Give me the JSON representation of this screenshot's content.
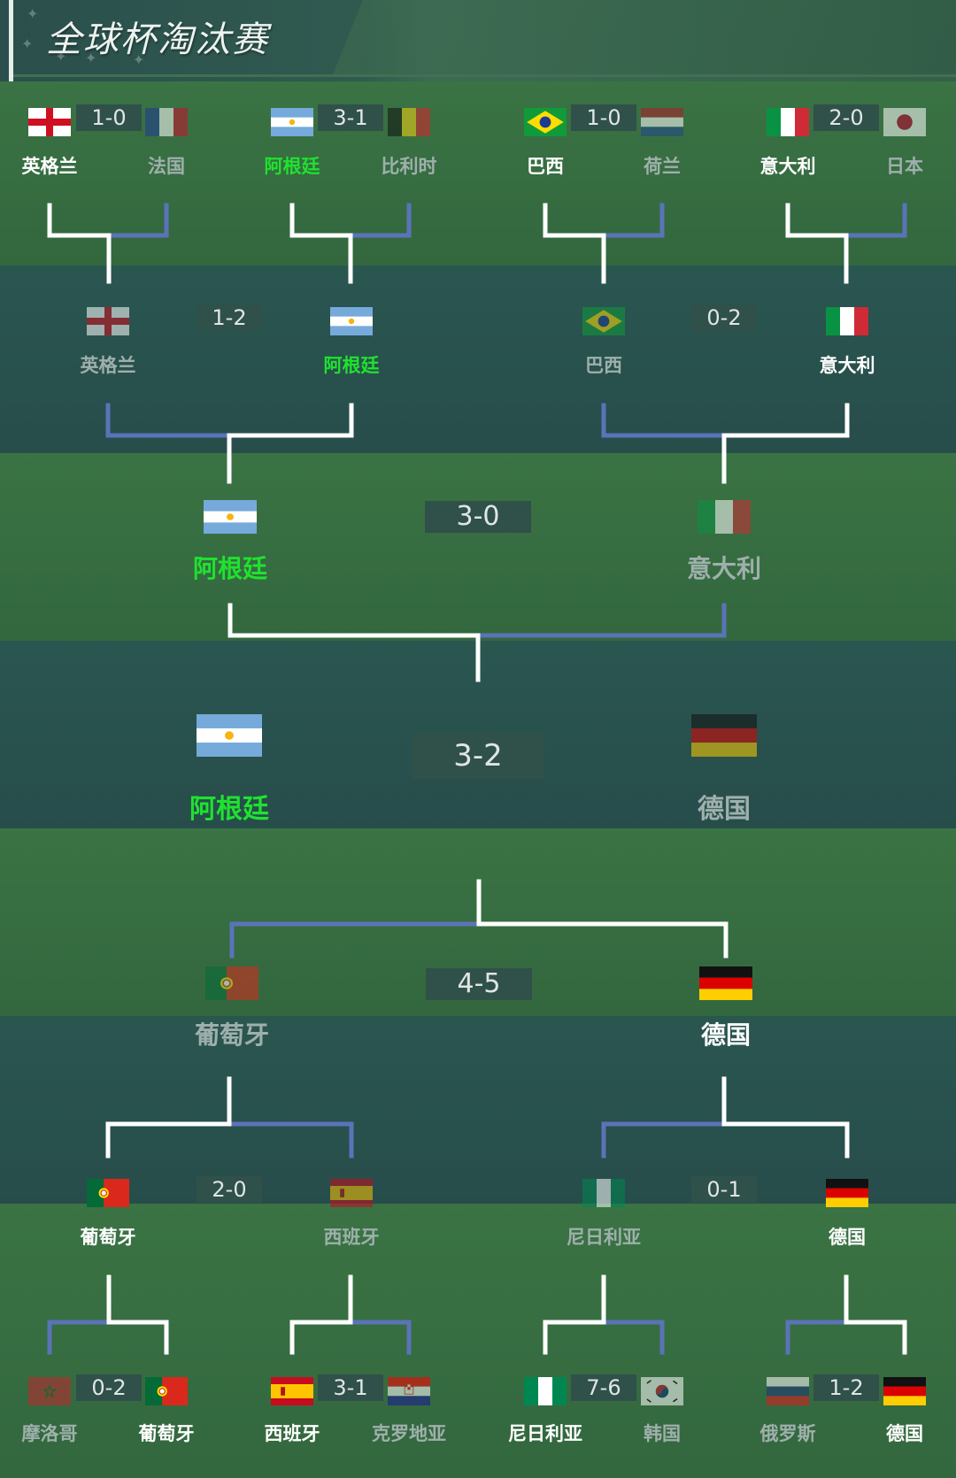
{
  "header": {
    "title": "全球杯淘汰赛"
  },
  "colors": {
    "winner_line": "#ffffff",
    "loser_line": "#5b73b8",
    "champion_text": "#1fe22f",
    "win_text": "#ffffff",
    "lose_text": "#9fb0ac"
  },
  "matches": [
    {
      "id": "top_r16_1",
      "score": "1-0",
      "home": {
        "name": "英格兰",
        "flag": "england",
        "status": "win"
      },
      "away": {
        "name": "法国",
        "flag": "france",
        "status": "lose"
      }
    },
    {
      "id": "top_r16_2",
      "score": "3-1",
      "home": {
        "name": "阿根廷",
        "flag": "argentina",
        "status": "champ"
      },
      "away": {
        "name": "比利时",
        "flag": "belgium",
        "status": "lose"
      }
    },
    {
      "id": "top_r16_3",
      "score": "1-0",
      "home": {
        "name": "巴西",
        "flag": "brazil",
        "status": "win"
      },
      "away": {
        "name": "荷兰",
        "flag": "netherlands",
        "status": "lose"
      }
    },
    {
      "id": "top_r16_4",
      "score": "2-0",
      "home": {
        "name": "意大利",
        "flag": "italy",
        "status": "win"
      },
      "away": {
        "name": "日本",
        "flag": "japan",
        "status": "lose"
      }
    },
    {
      "id": "top_qf_1",
      "score": "1-2",
      "home": {
        "name": "英格兰",
        "flag": "england",
        "status": "lose"
      },
      "away": {
        "name": "阿根廷",
        "flag": "argentina",
        "status": "champ"
      }
    },
    {
      "id": "top_qf_2",
      "score": "0-2",
      "home": {
        "name": "巴西",
        "flag": "brazil",
        "status": "lose"
      },
      "away": {
        "name": "意大利",
        "flag": "italy",
        "status": "win"
      }
    },
    {
      "id": "top_sf",
      "score": "3-0",
      "home": {
        "name": "阿根廷",
        "flag": "argentina",
        "status": "champ"
      },
      "away": {
        "name": "意大利",
        "flag": "italy",
        "status": "lose"
      }
    },
    {
      "id": "final",
      "score": "3-2",
      "home": {
        "name": "阿根廷",
        "flag": "argentina",
        "status": "champ"
      },
      "away": {
        "name": "德国",
        "flag": "germany",
        "status": "lose"
      }
    },
    {
      "id": "bottom_sf",
      "score": "4-5",
      "home": {
        "name": "葡萄牙",
        "flag": "portugal",
        "status": "lose"
      },
      "away": {
        "name": "德国",
        "flag": "germany",
        "status": "win"
      }
    },
    {
      "id": "bottom_qf_1",
      "score": "2-0",
      "home": {
        "name": "葡萄牙",
        "flag": "portugal",
        "status": "win"
      },
      "away": {
        "name": "西班牙",
        "flag": "spain",
        "status": "lose"
      }
    },
    {
      "id": "bottom_qf_2",
      "score": "0-1",
      "home": {
        "name": "尼日利亚",
        "flag": "nigeria",
        "status": "lose"
      },
      "away": {
        "name": "德国",
        "flag": "germany",
        "status": "win"
      }
    },
    {
      "id": "bottom_r16_1",
      "score": "0-2",
      "home": {
        "name": "摩洛哥",
        "flag": "morocco",
        "status": "lose"
      },
      "away": {
        "name": "葡萄牙",
        "flag": "portugal",
        "status": "win"
      }
    },
    {
      "id": "bottom_r16_2",
      "score": "3-1",
      "home": {
        "name": "西班牙",
        "flag": "spain",
        "status": "win"
      },
      "away": {
        "name": "克罗地亚",
        "flag": "croatia",
        "status": "lose"
      }
    },
    {
      "id": "bottom_r16_3",
      "score": "7-6",
      "home": {
        "name": "尼日利亚",
        "flag": "nigeria",
        "status": "win"
      },
      "away": {
        "name": "韩国",
        "flag": "korea",
        "status": "lose"
      }
    },
    {
      "id": "bottom_r16_4",
      "score": "1-2",
      "home": {
        "name": "俄罗斯",
        "flag": "russia",
        "status": "lose"
      },
      "away": {
        "name": "德国",
        "flag": "germany",
        "status": "win"
      }
    }
  ]
}
